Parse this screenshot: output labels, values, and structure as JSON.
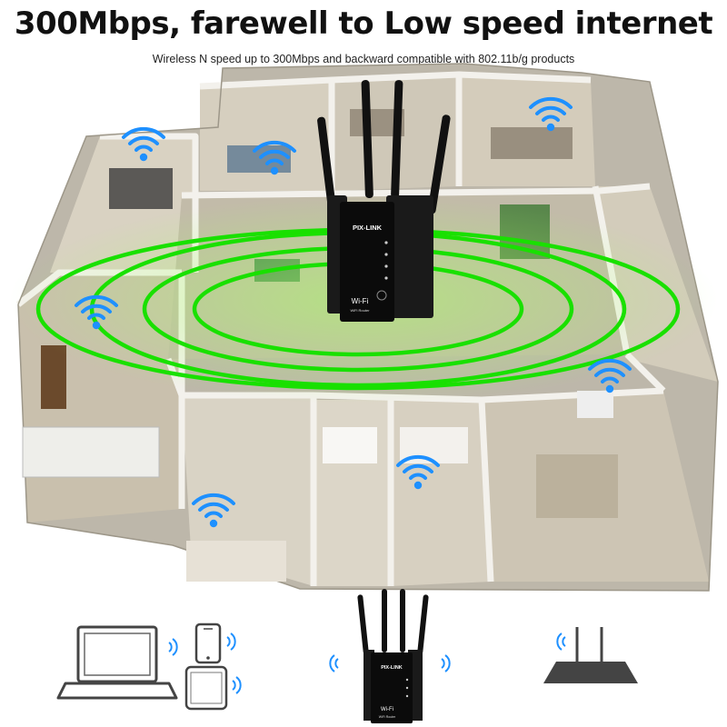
{
  "headline": "300Mbps, farewell to Low speed internet",
  "subheadline": "Wireless N speed up to 300Mbps and backward compatible with 802.11b/g products",
  "router": {
    "brand": "PIX-LINK",
    "wifi_logo": "Wi-Fi",
    "model": "WiFi Router"
  },
  "colors": {
    "signal_ring": "#19e000",
    "wifi_icon": "#1e90ff",
    "router_body": "#111111",
    "floor": "#c9c4b8",
    "wall": "#ece9e2"
  },
  "icons": [
    "wifi-signal-icon",
    "laptop-icon",
    "phone-icon",
    "tablet-icon",
    "router-icon",
    "access-point-icon"
  ]
}
